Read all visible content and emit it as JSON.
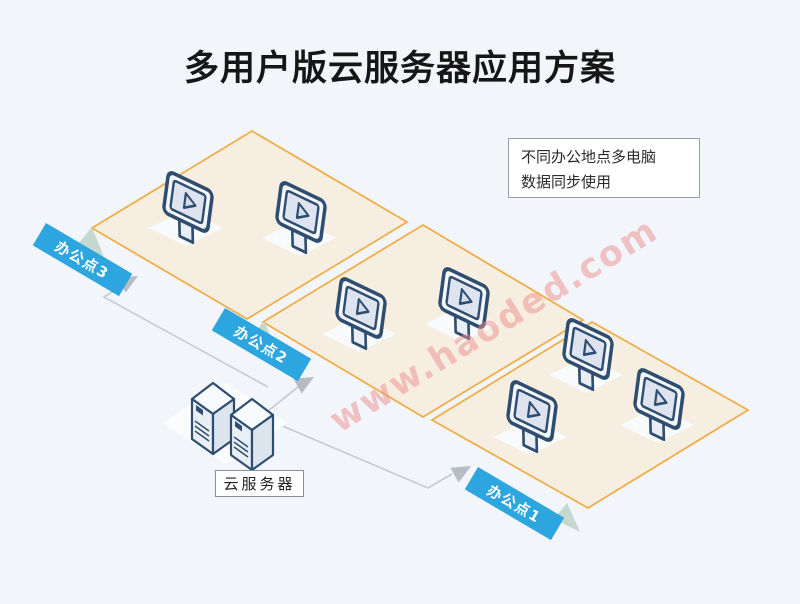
{
  "title": "多用户版云服务器应用方案",
  "annotation": {
    "line1": "不同办公地点多电脑",
    "line2": "数据同步使用"
  },
  "watermark": "www.haoded.com",
  "cloud_server": {
    "label": "云服务器",
    "icon": "server-icon",
    "unit_count": 2
  },
  "offices": [
    {
      "label": "办公点1",
      "monitor_count": 3
    },
    {
      "label": "办公点2",
      "monitor_count": 2
    },
    {
      "label": "办公点3",
      "monitor_count": 2
    }
  ],
  "connections": [
    {
      "from": "云服务器",
      "to": "办公点3"
    },
    {
      "from": "云服务器",
      "to": "办公点2"
    },
    {
      "from": "云服务器",
      "to": "办公点1"
    }
  ],
  "colors": {
    "background": "#f2f5f9",
    "platform_fill": "#f6eee0",
    "platform_border": "#efae4a",
    "ribbon_blue": "#2da5de",
    "ribbon_fold": "#c5d8d0",
    "device_outline": "#2f4d6e",
    "line_gray": "#c6cad1",
    "arrow_gray": "#b7bbc3",
    "watermark_pink": "#ee8f8f"
  }
}
